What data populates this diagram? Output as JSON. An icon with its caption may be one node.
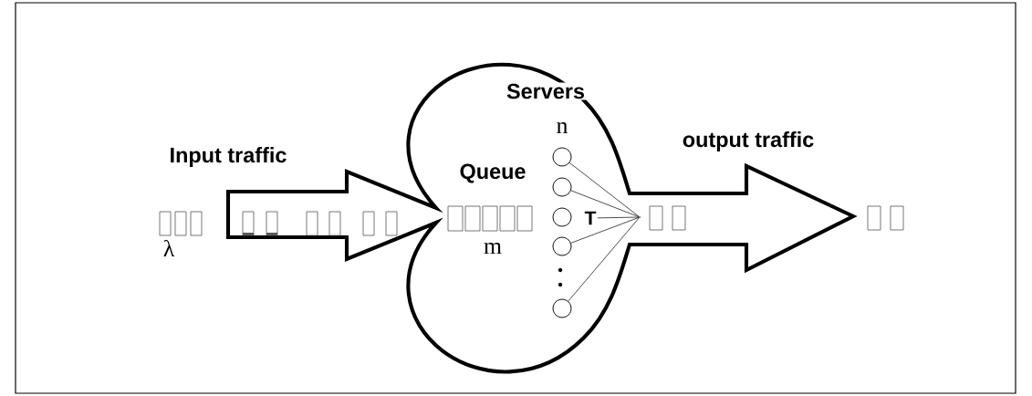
{
  "diagram": {
    "nodes": [
      {
        "text": [],
        "shape": "circle"
      },
      {
        "text": [],
        "shape": "circle"
      },
      {
        "text": [],
        "shape": "circle"
      },
      {
        "text": [],
        "shape": "circle"
      },
      {
        "text": [],
        "shape": "circle"
      },
      {
        "text": [
          "T"
        ]
      },
      {
        "text": [],
        "shape": "point"
      }
    ],
    "edges": [
      {
        "from": 0,
        "to": 6,
        "arrow": "none"
      },
      {
        "from": 1,
        "to": 6,
        "arrow": "none"
      },
      {
        "from": 5,
        "to": 6,
        "arrow": "none"
      },
      {
        "from": 3,
        "to": 6,
        "arrow": "none"
      },
      {
        "from": 4,
        "to": 6,
        "arrow": "none"
      }
    ],
    "labels": [
      "Servers",
      "n",
      "Input traffic",
      "output traffic",
      "Queue",
      "m",
      "λ"
    ]
  }
}
